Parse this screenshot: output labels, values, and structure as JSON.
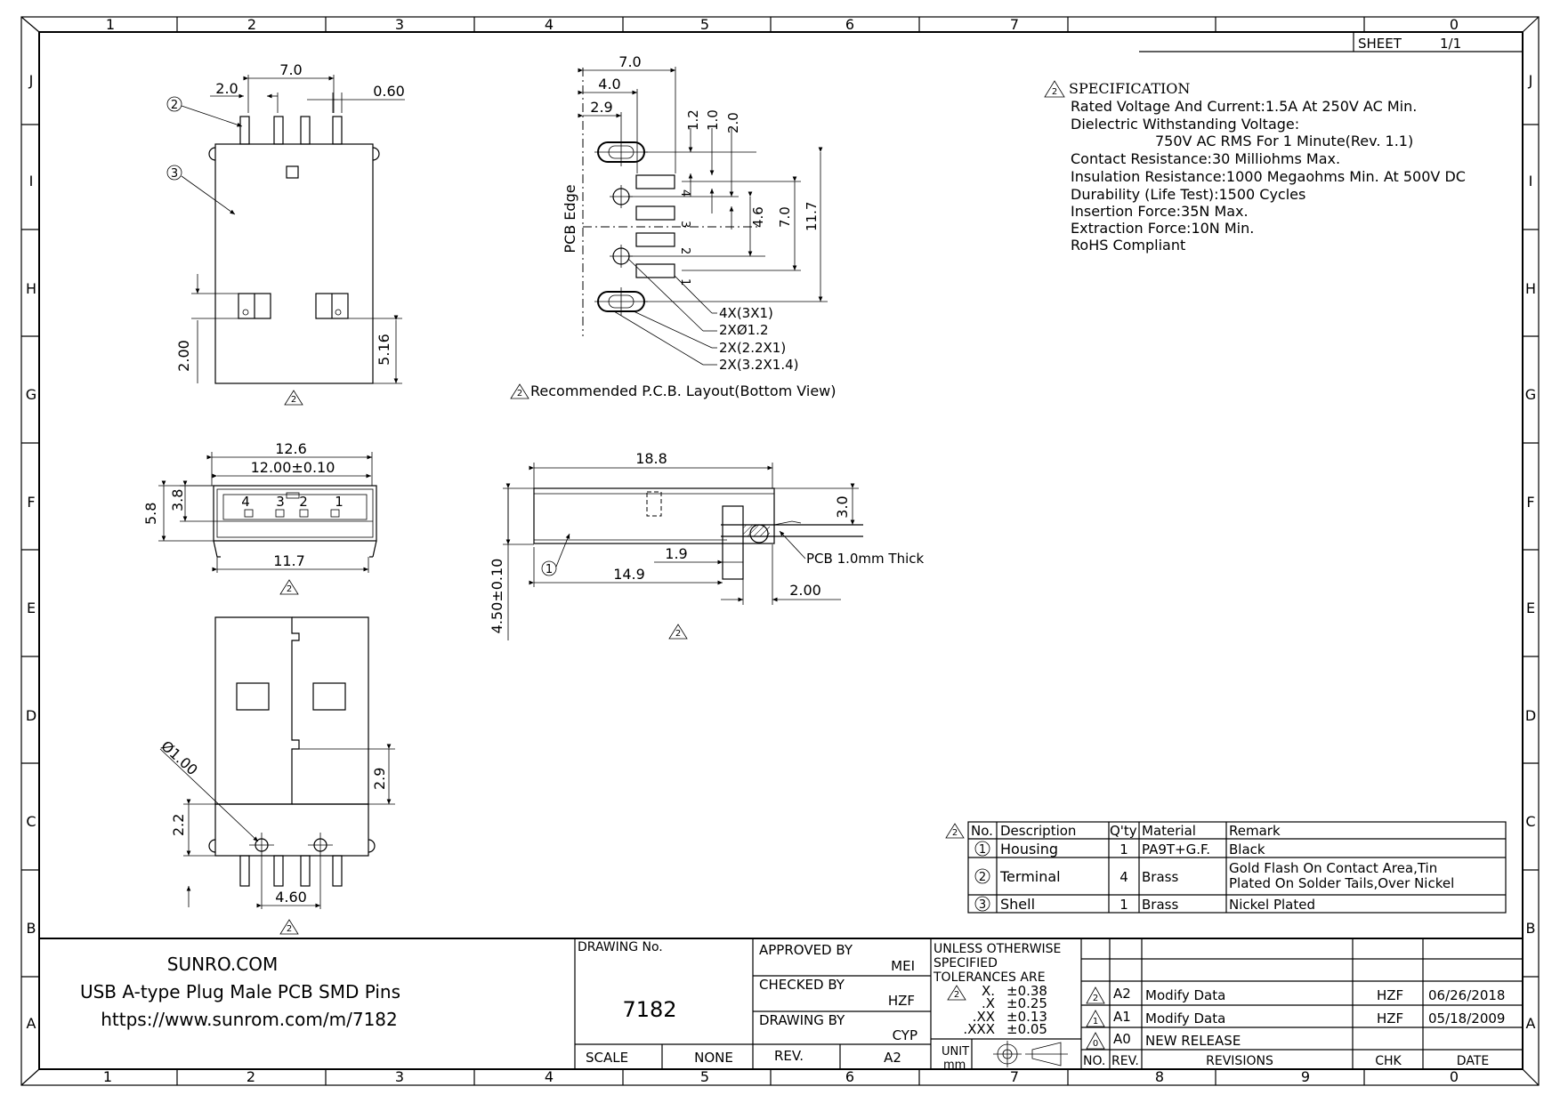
{
  "frame": {
    "cols_top": [
      "1",
      "2",
      "3",
      "4",
      "5",
      "6",
      "7",
      "0"
    ],
    "cols_bottom": [
      "1",
      "2",
      "3",
      "4",
      "5",
      "6",
      "7",
      "8",
      "9",
      "0"
    ],
    "rows_left": [
      "J",
      "I",
      "H",
      "G",
      "F",
      "E",
      "D",
      "C",
      "B",
      "A"
    ],
    "rows_right": [
      "J",
      "I",
      "H",
      "G",
      "F",
      "E",
      "D",
      "C",
      "B",
      "A"
    ]
  },
  "sheet": {
    "label": "SHEET",
    "value": "1/1"
  },
  "spec": {
    "rev_mark": "2",
    "title": "SPECIFICATION",
    "lines": [
      "Rated Voltage And Current:1.5A At 250V AC Min.",
      "Dielectric Withstanding Voltage:",
      "750V AC RMS For 1 Minute(Rev. 1.1)",
      "Contact Resistance:30 Milliohms Max.",
      "Insulation Resistance:1000 Megaohms Min. At 500V DC",
      "Durability (Life Test):1500 Cycles",
      "Insertion Force:35N Max.",
      "Extraction Force:10N Min.",
      "RoHS Compliant"
    ]
  },
  "top_view": {
    "dim_width": "7.0",
    "dim_pitch": "2.0",
    "dim_pin": "0.60",
    "dim_left": "2.00",
    "dim_right": "5.16",
    "callout_pin": "2",
    "callout_shell": "3",
    "rev_mark": "2"
  },
  "pcb_layout": {
    "dim_7": "7.0",
    "dim_4": "4.0",
    "dim_29": "2.9",
    "dim_12": "1.2",
    "dim_10": "1.0",
    "dim_20": "2.0",
    "dim_46": "4.6",
    "dim_70": "7.0",
    "dim_117": "11.7",
    "edge_label": "PCB Edge",
    "pin_numbers": [
      "4",
      "3",
      "2",
      "1"
    ],
    "notes": [
      "4X(3X1)",
      "2XØ1.2",
      "2X(2.2X1)",
      "2X(3.2X1.4)"
    ],
    "caption": "Recommended P.C.B. Layout(Bottom View)",
    "rev_mark": "2"
  },
  "front_view": {
    "dim_outer": "12.6",
    "dim_inner": "12.00±0.10",
    "dim_bottom": "11.7",
    "dim_h1": "5.8",
    "dim_h2": "3.8",
    "pin_numbers": [
      "4",
      "3",
      "2",
      "1"
    ],
    "rev_mark": "2"
  },
  "side_view": {
    "dim_len": "18.8",
    "dim_h": "4.50±0.10",
    "dim_3": "3.0",
    "dim_19": "1.9",
    "dim_149": "14.9",
    "dim_2": "2.00",
    "pcb_label": "PCB 1.0mm Thick",
    "callout": "1",
    "rev_mark": "2"
  },
  "bottom_view": {
    "dim_dia": "Ø1.00",
    "dim_29": "2.9",
    "dim_22": "2.2",
    "dim_46": "4.60",
    "rev_mark": "2"
  },
  "bom": {
    "rev_mark": "2",
    "headers": [
      "No.",
      "Description",
      "Q'ty",
      "Material",
      "Remark"
    ],
    "rows": [
      {
        "no": "1",
        "desc": "Housing",
        "qty": "1",
        "material": "PA9T+G.F.",
        "remark": [
          "Black"
        ]
      },
      {
        "no": "2",
        "desc": "Terminal",
        "qty": "4",
        "material": "Brass",
        "remark": [
          "Gold Flash On Contact Area,Tin",
          "Plated On Solder Tails,Over Nickel"
        ]
      },
      {
        "no": "3",
        "desc": "Shell",
        "qty": "1",
        "material": "Brass",
        "remark": [
          "Nickel Plated"
        ]
      }
    ]
  },
  "title_block": {
    "company": "SUNRO.COM",
    "part_title": "USB A-type Plug Male PCB SMD Pins",
    "url": "https://www.sunrom.com/m/7182",
    "drawing_no_label": "DRAWING No.",
    "drawing_no": "7182",
    "scale_label": "SCALE",
    "scale": "NONE",
    "rev_label": "REV.",
    "rev": "A2",
    "approved_label": "APPROVED BY",
    "approved": "MEI",
    "checked_label": "CHECKED BY",
    "checked": "HZF",
    "drawn_label": "DRAWING BY",
    "drawn": "CYP",
    "tol_lines": [
      "UNLESS OTHERWISE",
      "SPECIFIED",
      "TOLERANCES ARE"
    ],
    "tol_rev_mark": "2",
    "tolerances": [
      {
        "k": "X.",
        "v": "±0.38"
      },
      {
        "k": ".X",
        "v": "±0.25"
      },
      {
        "k": ".XX",
        "v": "±0.13"
      },
      {
        "k": ".XXX",
        "v": "±0.05"
      }
    ],
    "unit_label": "UNIT",
    "unit": "mm"
  },
  "revisions": {
    "headers": {
      "no": "NO.",
      "rev": "REV.",
      "desc": "REVISIONS",
      "chk": "CHK",
      "date": "DATE"
    },
    "rows": [
      {
        "mark": "2",
        "rev": "A2",
        "desc": "Modify Data",
        "chk": "HZF",
        "date": "06/26/2018"
      },
      {
        "mark": "1",
        "rev": "A1",
        "desc": "Modify Data",
        "chk": "HZF",
        "date": "05/18/2009"
      },
      {
        "mark": "0",
        "rev": "A0",
        "desc": "NEW RELEASE",
        "chk": "",
        "date": ""
      }
    ]
  }
}
